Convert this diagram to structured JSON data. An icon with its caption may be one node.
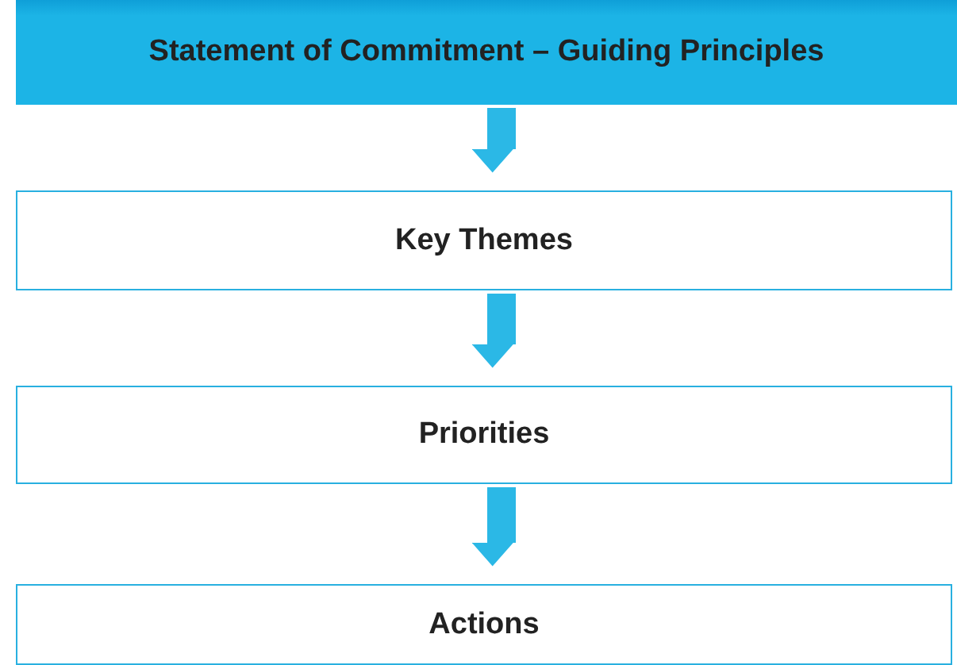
{
  "diagram": {
    "nodes": [
      {
        "text": [
          "Statement of Commitment – Guiding Principles"
        ]
      },
      {
        "text": [
          "Key Themes"
        ]
      },
      {
        "text": [
          "Priorities"
        ]
      },
      {
        "text": [
          "Actions"
        ]
      }
    ],
    "edges": [
      {
        "from": 0,
        "to": 1,
        "arrow": "to"
      },
      {
        "from": 1,
        "to": 2,
        "arrow": "to"
      },
      {
        "from": 2,
        "to": 3,
        "arrow": "to"
      }
    ]
  }
}
